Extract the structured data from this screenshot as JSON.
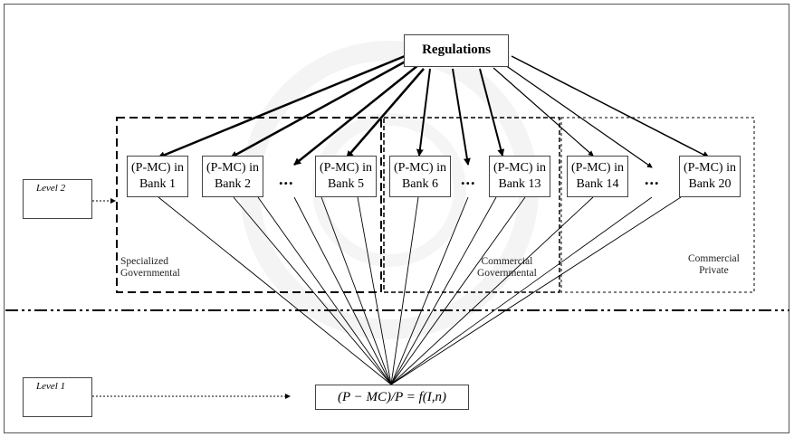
{
  "diagram": {
    "top_node": "Regulations",
    "banks": [
      {
        "line1": "(P-MC) in",
        "line2": "Bank 1"
      },
      {
        "line1": "(P-MC) in",
        "line2": "Bank 2"
      },
      {
        "line1": "(P-MC) in",
        "line2": "Bank 5"
      },
      {
        "line1": "(P-MC) in",
        "line2": "Bank 6"
      },
      {
        "line1": "(P-MC) in",
        "line2": "Bank 13"
      },
      {
        "line1": "(P-MC) in",
        "line2": "Bank 14"
      },
      {
        "line1": "(P-MC) in",
        "line2": "Bank 20"
      }
    ],
    "ellipsis": "...",
    "groups": [
      {
        "line1": "Specialized",
        "line2": "Governmental"
      },
      {
        "line1": "Commercial",
        "line2": "Governmental"
      },
      {
        "line1": "Commercial",
        "line2": "Private"
      }
    ],
    "levels": {
      "level2": "Level 2",
      "level1": "Level 1"
    },
    "formula": "(P − MC)/P = f(I,n)"
  }
}
